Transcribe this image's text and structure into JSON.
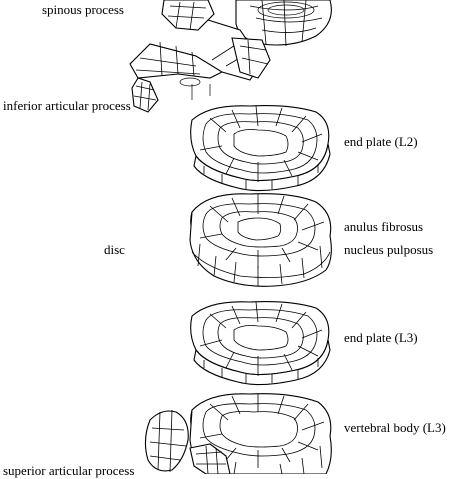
{
  "labels": {
    "spinous_process": "spinous process",
    "inferior_articular_process": "inferior articular process",
    "end_plate_l2": "end plate (L2)",
    "disc": "disc",
    "anulus_fibrosus": "anulus fibrosus",
    "nucleus_pulposus": "nucleus pulposus",
    "end_plate_l3": "end plate (L3)",
    "vertebral_body_l3": "vertebral body (L3)",
    "superior_articular_process": "superior articular process"
  }
}
